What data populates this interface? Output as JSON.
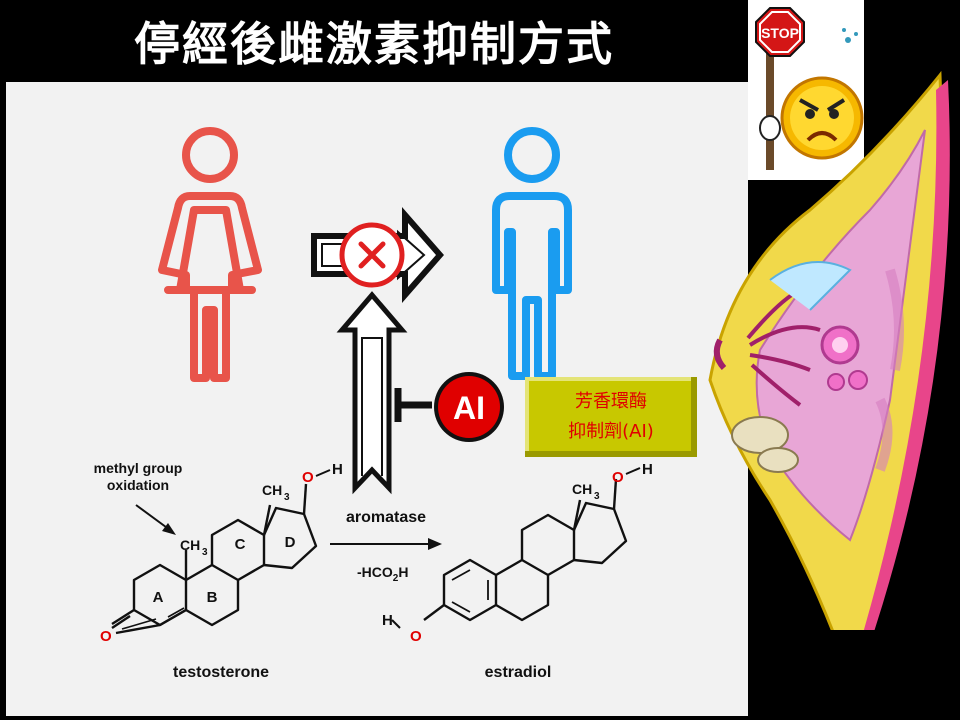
{
  "title": "停經後雌激素抑制方式",
  "stop_sign": {
    "text": "STOP"
  },
  "inhibitor_badge": {
    "text": "AI"
  },
  "inhibitor_box": {
    "line1": "芳香環酶",
    "line2": "抑制劑(AI)"
  },
  "reaction": {
    "annotation_line1": "methyl group",
    "annotation_line2": "oxidation",
    "enzyme": "aromatase",
    "byproduct_prefix": "-HCO",
    "byproduct_sub": "2",
    "byproduct_suffix": "H",
    "substrate_name": "testosterone",
    "product_name": "estradiol"
  },
  "testosterone_labels": {
    "ring_a": "A",
    "ring_b": "B",
    "ring_c": "C",
    "ring_d": "D",
    "ch3_c": "CH",
    "ch3_d": "CH",
    "sub3": "3",
    "o_top": "O",
    "h_top": "H",
    "o_keto": "O"
  },
  "estradiol_labels": {
    "ch3": "CH",
    "sub3": "3",
    "o_top": "O",
    "h_top": "H",
    "o_phenol": "O",
    "h_phenol": "H"
  },
  "colors": {
    "female_figure": "#e8544a",
    "male_figure": "#1a9cf0",
    "blocked_circle": "#e02020",
    "ai_badge": "#e00000",
    "box_fill": "#c8c800",
    "box_text": "#e00000"
  }
}
